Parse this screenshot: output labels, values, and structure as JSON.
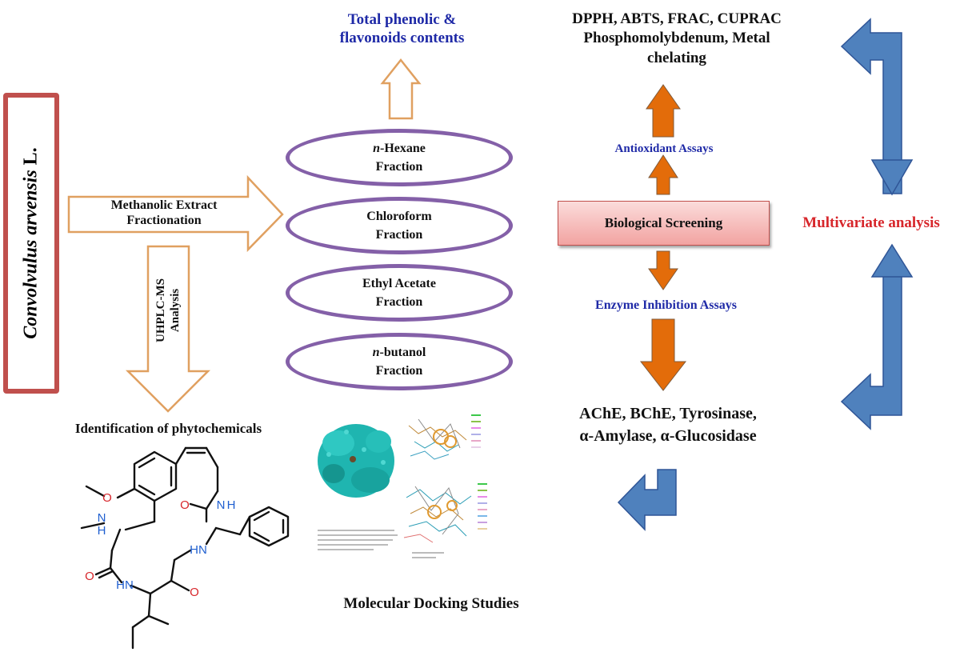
{
  "plant": {
    "species": "Convolvulus arvensis",
    "author": "L."
  },
  "extract_label_line1": "Methanolic Extract",
  "extract_label_line2": "Fractionation",
  "uhplc_line1": "UHPLC-MS",
  "uhplc_line2": "Analysis",
  "identification_label": "Identification of phytochemicals",
  "phenolic_line1": "Total phenolic &",
  "phenolic_line2": "flavonoids contents",
  "fractions": [
    {
      "prefix": "n",
      "name": "-Hexane",
      "line2": "Fraction"
    },
    {
      "prefix": "",
      "name": "Chloroform",
      "line2": "Fraction"
    },
    {
      "prefix": "",
      "name": "Ethyl Acetate",
      "line2": "Fraction"
    },
    {
      "prefix": "n",
      "name": "-butanol",
      "line2": "Fraction"
    }
  ],
  "docking_label": "Molecular Docking Studies",
  "assays_top_line1": "DPPH, ABTS, FRAC, CUPRAC",
  "assays_top_line2": "Phosphomolybdenum, Metal",
  "assays_top_line3": "chelating",
  "antioxidant_label": "Antioxidant Assays",
  "biological_label": "Biological Screening",
  "enzyme_label": "Enzyme Inhibition Assays",
  "enzymes_line1": "AChE, BChE, Tyrosinase,",
  "enzymes_line2": "α-Amylase, α-Glucosidase",
  "multivariate_label": "Multivariate analysis",
  "molecule_atoms": [
    "O",
    "N",
    "H",
    "N",
    "H",
    "O",
    "HN",
    "O",
    "HN",
    "O"
  ],
  "colors": {
    "plant_border": "#C0504D",
    "outline_arrow": "#E0A060",
    "ellipse": "#8460A8",
    "orange_arrow": "#E36C0A",
    "blue_arrow": "#4F81BD",
    "blue_text": "#1F2AA7",
    "red_text": "#D7262B",
    "protein": "#1FB5B0"
  }
}
